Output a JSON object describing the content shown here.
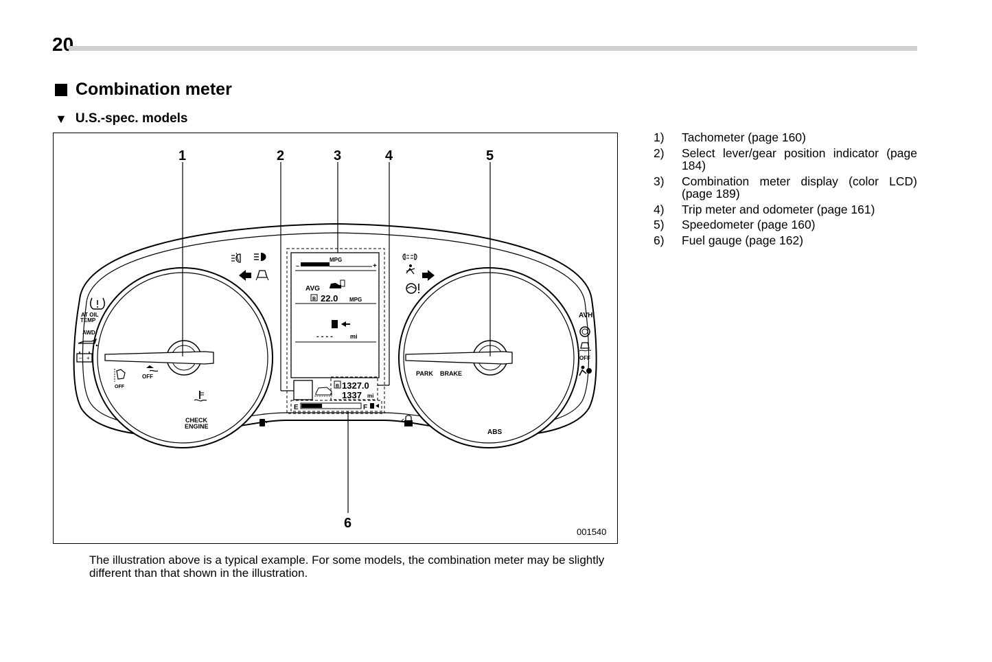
{
  "page": {
    "number": "20",
    "section_title": "Combination meter",
    "subsection_title": "U.S.-spec. models"
  },
  "figure": {
    "callouts": [
      "1",
      "2",
      "3",
      "4",
      "5",
      "6"
    ],
    "figure_code": "001540",
    "tachometer_labels": {
      "at_oil_temp_1": "AT OIL",
      "at_oil_temp_2": "TEMP",
      "awd": "AWD",
      "off_left": "OFF",
      "off_traction": "OFF",
      "check_engine_1": "CHECK",
      "check_engine_2": "ENGINE"
    },
    "display": {
      "mpg_label": "MPG",
      "minus": "–",
      "plus": "+",
      "avg_label": "AVG",
      "avg_value": "22.0",
      "avg_unit": "MPG",
      "trip_letter": "B",
      "range_value": "- - - -",
      "range_unit": "mi",
      "trip_value": "1327.0",
      "odometer_value": "1337",
      "odometer_unit": "mi",
      "fuel_empty": "E",
      "fuel_full": "F",
      "fuel_level": 0.35
    },
    "speedometer_labels": {
      "park": "PARK",
      "brake": "BRAKE",
      "abs": "ABS",
      "avh": "AVH",
      "off_right": "OFF"
    },
    "icons": [
      "tire-pressure-icon",
      "oil-pressure-icon",
      "battery-icon",
      "front-fog-icon",
      "high-beam-icon",
      "left-turn-icon",
      "lane-keep-icon",
      "position-lamp-icon",
      "right-turn-icon",
      "steering-warning-icon",
      "fuel-filler-icon",
      "engine-coolant-icon",
      "door-lock-icon",
      "airbag-icon",
      "vehicle-dynamics-icon"
    ]
  },
  "caption": "The illustration above is a typical example. For some models, the combination meter may be slightly different than that shown in the illustration.",
  "legend": [
    {
      "num": "1)",
      "text": "Tachometer (page 160)"
    },
    {
      "num": "2)",
      "text": "Select lever/gear position indicator (page 184)"
    },
    {
      "num": "3)",
      "text": "Combination meter display (color LCD) (page 189)"
    },
    {
      "num": "4)",
      "text": "Trip meter and odometer (page 161)"
    },
    {
      "num": "5)",
      "text": "Speedometer (page 160)"
    },
    {
      "num": "6)",
      "text": "Fuel gauge (page 162)"
    }
  ]
}
